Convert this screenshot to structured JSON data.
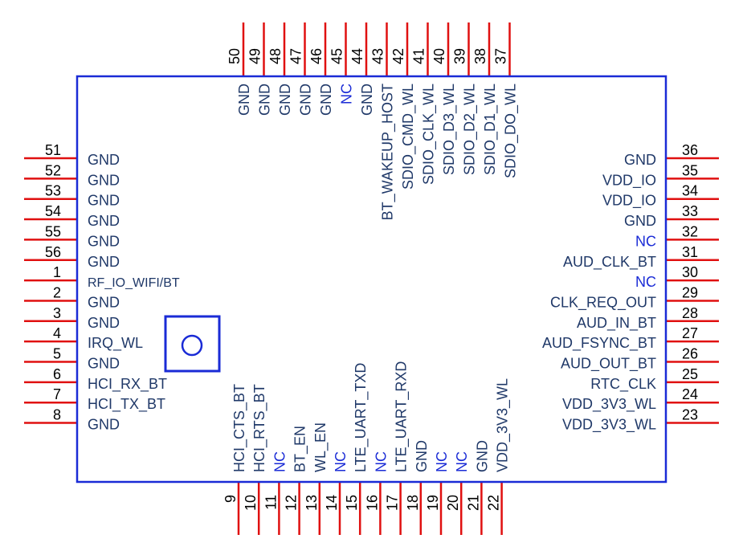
{
  "colors": {
    "body_border": "#1a2bd6",
    "pin_line": "#e01010",
    "label": "#1f3868",
    "nc_label": "#1a2bd6",
    "pin_number": "#000000"
  },
  "marker_icon": "pin1-marker-icon",
  "left_pins": [
    {
      "num": "51",
      "name": "GND"
    },
    {
      "num": "52",
      "name": "GND"
    },
    {
      "num": "53",
      "name": "GND"
    },
    {
      "num": "54",
      "name": "GND"
    },
    {
      "num": "55",
      "name": "GND"
    },
    {
      "num": "56",
      "name": "GND"
    },
    {
      "num": "1",
      "name": "RF_IO_WIFI/BT"
    },
    {
      "num": "2",
      "name": "GND"
    },
    {
      "num": "3",
      "name": "GND"
    },
    {
      "num": "4",
      "name": "IRQ_WL"
    },
    {
      "num": "5",
      "name": "GND"
    },
    {
      "num": "6",
      "name": "HCI_RX_BT"
    },
    {
      "num": "7",
      "name": "HCI_TX_BT"
    },
    {
      "num": "8",
      "name": "GND"
    }
  ],
  "right_pins": [
    {
      "num": "36",
      "name": "GND"
    },
    {
      "num": "35",
      "name": "VDD_IO"
    },
    {
      "num": "34",
      "name": "VDD_IO"
    },
    {
      "num": "33",
      "name": "GND"
    },
    {
      "num": "32",
      "name": "NC"
    },
    {
      "num": "31",
      "name": "AUD_CLK_BT"
    },
    {
      "num": "30",
      "name": "NC"
    },
    {
      "num": "29",
      "name": "CLK_REQ_OUT"
    },
    {
      "num": "28",
      "name": "AUD_IN_BT"
    },
    {
      "num": "27",
      "name": "AUD_FSYNC_BT"
    },
    {
      "num": "26",
      "name": "AUD_OUT_BT"
    },
    {
      "num": "25",
      "name": "RTC_CLK"
    },
    {
      "num": "24",
      "name": "VDD_3V3_WL"
    },
    {
      "num": "23",
      "name": "VDD_3V3_WL"
    }
  ],
  "top_pins": [
    {
      "num": "50",
      "name": "GND"
    },
    {
      "num": "49",
      "name": "GND"
    },
    {
      "num": "48",
      "name": "GND"
    },
    {
      "num": "47",
      "name": "GND"
    },
    {
      "num": "46",
      "name": "GND"
    },
    {
      "num": "45",
      "name": "NC"
    },
    {
      "num": "44",
      "name": "GND"
    },
    {
      "num": "43",
      "name": "BT_WAKEUP_HOST"
    },
    {
      "num": "42",
      "name": "SDIO_CMD_WL"
    },
    {
      "num": "41",
      "name": "SDIO_CLK_WL"
    },
    {
      "num": "40",
      "name": "SDIO_D3_WL"
    },
    {
      "num": "39",
      "name": "SDIO_D2_WL"
    },
    {
      "num": "38",
      "name": "SDIO_D1_WL"
    },
    {
      "num": "37",
      "name": "SDIO_DO_WL"
    }
  ],
  "bottom_pins": [
    {
      "num": "9",
      "name": "HCI_CTS_BT"
    },
    {
      "num": "10",
      "name": "HCI_RTS_BT"
    },
    {
      "num": "11",
      "name": "NC"
    },
    {
      "num": "12",
      "name": "BT_EN"
    },
    {
      "num": "13",
      "name": "WL_EN"
    },
    {
      "num": "14",
      "name": "NC"
    },
    {
      "num": "15",
      "name": "LTE_UART_TXD"
    },
    {
      "num": "16",
      "name": "NC"
    },
    {
      "num": "17",
      "name": "LTE_UART_RXD"
    },
    {
      "num": "18",
      "name": "GND"
    },
    {
      "num": "19",
      "name": "NC"
    },
    {
      "num": "20",
      "name": "NC"
    },
    {
      "num": "21",
      "name": "GND"
    },
    {
      "num": "22",
      "name": "VDD_3V3_WL"
    }
  ]
}
